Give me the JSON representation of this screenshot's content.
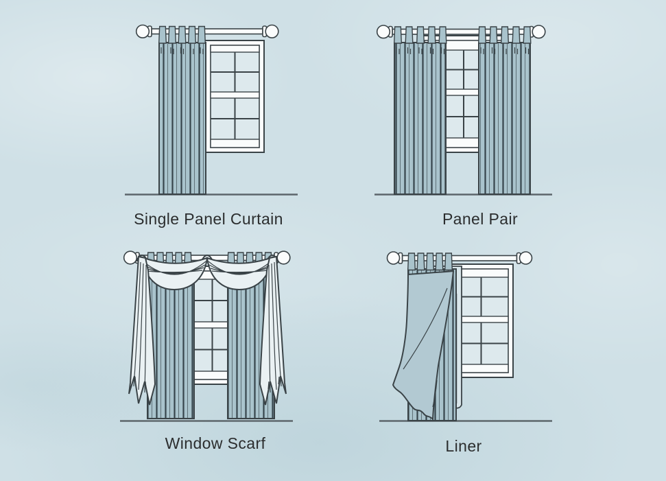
{
  "figures": [
    {
      "id": "single-panel-curtain",
      "label": "Single Panel Curtain"
    },
    {
      "id": "panel-pair",
      "label": "Panel Pair"
    },
    {
      "id": "window-scarf",
      "label": "Window Scarf"
    },
    {
      "id": "liner",
      "label": "Liner"
    }
  ],
  "colors": {
    "background": "#cfe0e6",
    "fabric": "#a9c3cc",
    "fabricdark": "#36444b",
    "outline": "#3a4347",
    "white": "#fafcfc",
    "pane": "#dde9ed",
    "scarf": "#eaf1f3",
    "liner": "#d9e6ea",
    "fold": "#b2c9d2",
    "floor": "#5d666b",
    "text": "#2b2d2e"
  }
}
